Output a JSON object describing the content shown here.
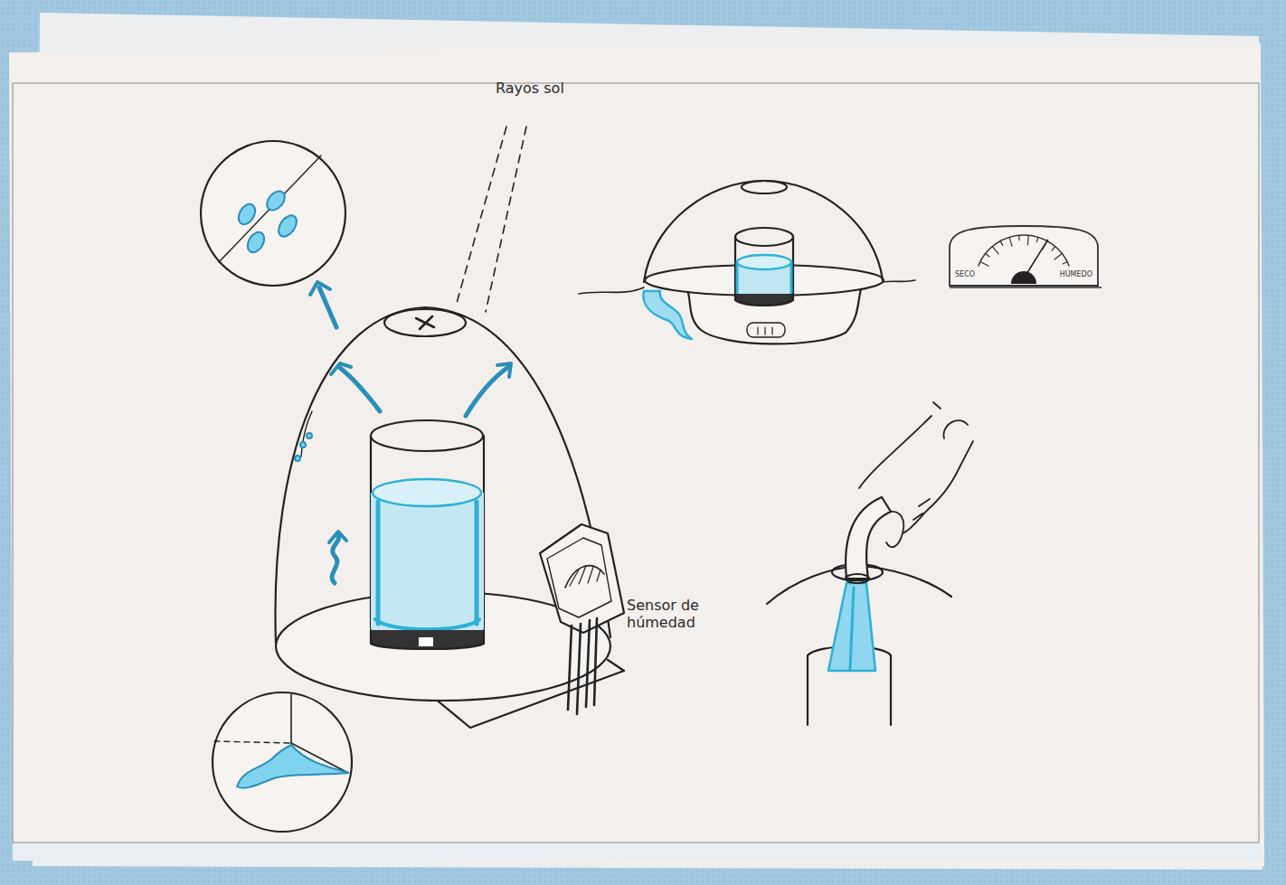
{
  "diagram": {
    "nodes": [
      {
        "text": [
          "SECO",
          "HÚMEDO"
        ]
      }
    ],
    "labels": [
      "Rayos sol",
      "Sensor de húmedad"
    ]
  }
}
